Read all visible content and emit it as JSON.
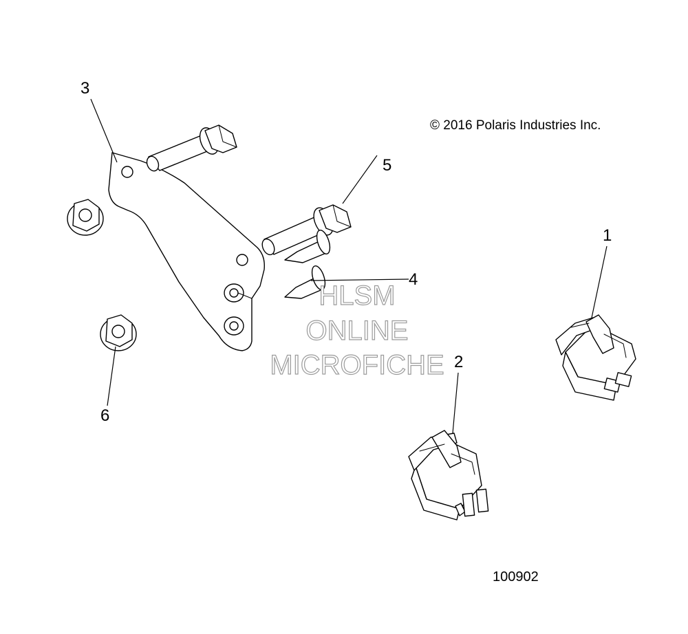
{
  "copyright": "© 2016 Polaris Industries Inc.",
  "figure_number": "100902",
  "callouts": [
    {
      "id": "1",
      "part": "switch"
    },
    {
      "id": "2",
      "part": "switch"
    },
    {
      "id": "3",
      "part": "bracket"
    },
    {
      "id": "4",
      "part": "push-rivet"
    },
    {
      "id": "5",
      "part": "flange-bolt"
    },
    {
      "id": "6",
      "part": "flange-nut"
    }
  ],
  "watermark": {
    "line1": "HLSM",
    "line2": "ONLINE",
    "line3": "MICROFICHE",
    "color": "#9a9a9a"
  }
}
